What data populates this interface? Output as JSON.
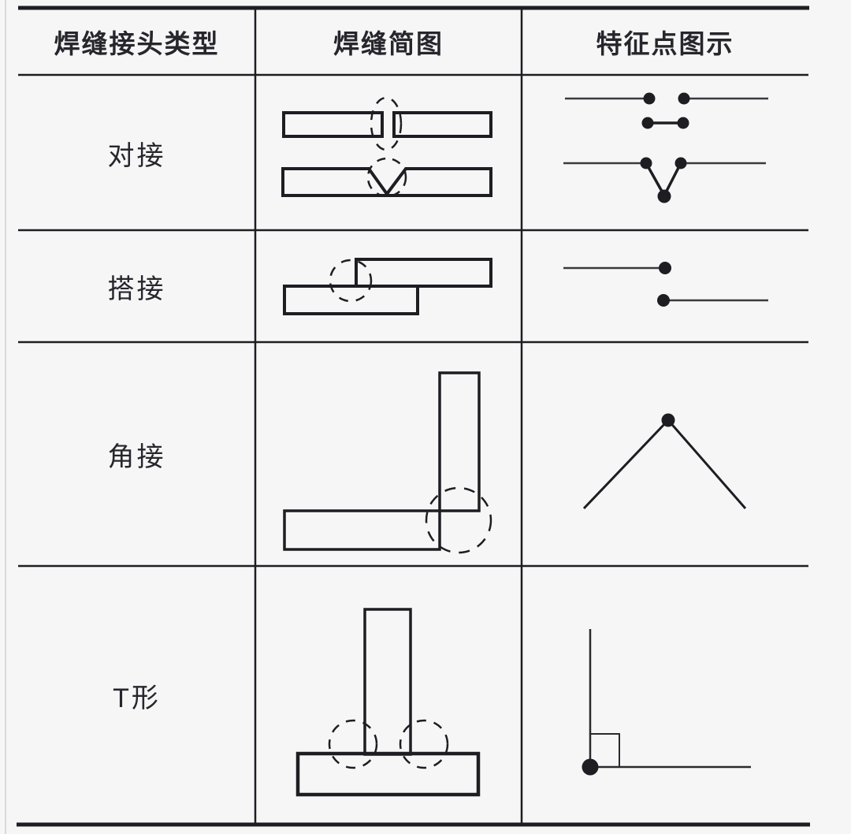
{
  "meta": {
    "document_kind": "welding joint type reference table",
    "background_color": "#f6f6f7",
    "ink_color": "#1d1d22",
    "rule_color": "#2a2a2e"
  },
  "table": {
    "headers": [
      {
        "label": "焊缝接头类型"
      },
      {
        "label": "焊缝简图"
      },
      {
        "label": "特征点图示"
      }
    ],
    "rows": [
      {
        "type_label": "对接",
        "schematic_icon": "butt-joint-two-plates-gap-and-v-groove",
        "feature_icon": "two-dotted-seam-lines-dot-pair-and-v-with-three-dots"
      },
      {
        "type_label": "搭接",
        "schematic_icon": "lap-joint-overlapping-plates",
        "feature_icon": "two-offset-lines-each-ending-in-dot"
      },
      {
        "type_label": "角接",
        "schematic_icon": "corner-joint-l-plates",
        "feature_icon": "inverted-v-with-apex-dot"
      },
      {
        "type_label": "T形",
        "schematic_icon": "tee-joint-stem-on-base-plate",
        "feature_icon": "right-angle-with-corner-dot-and-square-marker"
      }
    ]
  }
}
